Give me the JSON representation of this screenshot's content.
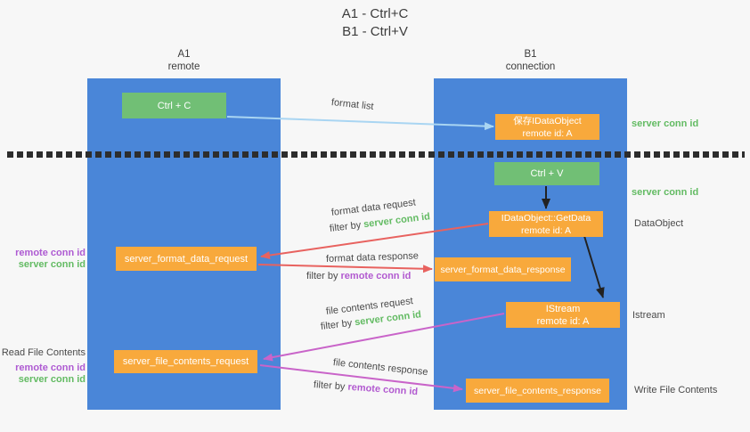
{
  "page": {
    "title_line1": "A1 - Ctrl+C",
    "title_line2": "B1 - Ctrl+V"
  },
  "lanes": {
    "a1": {
      "name": "A1",
      "role": "remote"
    },
    "b1": {
      "name": "B1",
      "role": "connection"
    }
  },
  "nodes": {
    "ctrl_c": {
      "label": "Ctrl + C"
    },
    "save_idataobject": {
      "line1": "保存IDataObject",
      "line2": "remote id: A"
    },
    "ctrl_v": {
      "label": "Ctrl + V"
    },
    "getdata": {
      "line1": "IDataObject::GetData",
      "line2": "remote id: A"
    },
    "format_request": {
      "label": "server_format_data_request"
    },
    "format_response": {
      "label": "server_format_data_response"
    },
    "istream": {
      "line1": "IStream",
      "line2": "remote id: A"
    },
    "file_request": {
      "label": "server_file_contents_request"
    },
    "file_response": {
      "label": "server_file_contents_response"
    }
  },
  "flow_labels": {
    "format_list": "format list",
    "format_data_request": "format data request",
    "format_data_request_filter_prefix": "filter by ",
    "format_data_request_filter_key": "server conn id",
    "format_data_response": "format data response",
    "format_data_response_filter_prefix": "filter by ",
    "format_data_response_filter_key": "remote conn id",
    "file_contents_request": "file contents request",
    "file_contents_request_filter_prefix": "filter by ",
    "file_contents_request_filter_key": "server conn id",
    "file_contents_response": "file contents response",
    "file_contents_response_filter_prefix": "filter by ",
    "file_contents_response_filter_key": "remote conn id"
  },
  "annotations": {
    "right_server_conn_id_1": "server conn id",
    "right_server_conn_id_2": "server conn id",
    "right_dataobject": "DataObject",
    "right_istream": "Istream",
    "right_write_file": "Write File Contents",
    "left_remote_conn_id_1": "remote conn id",
    "left_server_conn_id_1": "server conn id",
    "left_read_file": "Read File Contents",
    "left_remote_conn_id_2": "remote conn id",
    "left_server_conn_id_2": "server conn id"
  },
  "colors": {
    "lane_blue": "#4a86d8",
    "box_green": "#71bf75",
    "box_orange": "#f8a93c",
    "arrow_red": "#e8625f",
    "arrow_magenta": "#c964c9",
    "arrow_light_blue": "#a9d5f2",
    "arrow_black": "#222222",
    "text_green": "#63bb63",
    "text_purple": "#ae5ad2",
    "text_dark": "#4a4a4a",
    "background": "#f7f7f7"
  }
}
